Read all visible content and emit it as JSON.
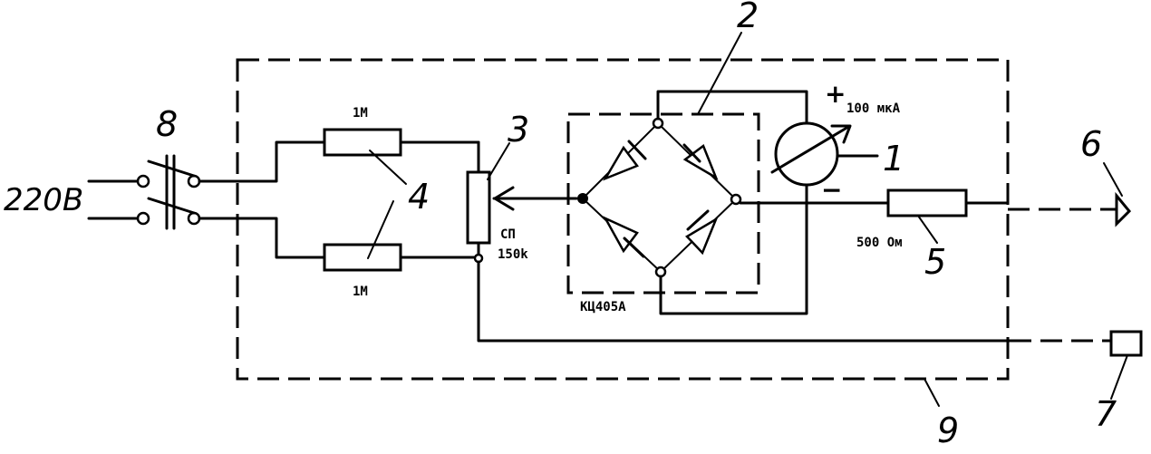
{
  "labels": {
    "voltage": "220В",
    "resistor_top": "1М",
    "resistor_bottom": "1М",
    "pot_name": "СП",
    "pot_value": "150k",
    "meter_value": "100 мкА",
    "meter_plus": "+",
    "meter_minus": "−",
    "bridge_name": "КЦ405А",
    "resistor_out": "500 Ом"
  },
  "callouts": {
    "meter": "1",
    "bridge": "2",
    "potentiometer": "3",
    "resistors": "4",
    "series_resistor": "5",
    "probe": "6",
    "ground_clip": "7",
    "switch": "8",
    "enclosure": "9"
  },
  "icons": {
    "switch": "double-pole-switch-icon",
    "meter": "ammeter-icon",
    "diode": "diode-icon",
    "probe": "probe-tip-icon",
    "clip": "ground-clip-icon"
  }
}
